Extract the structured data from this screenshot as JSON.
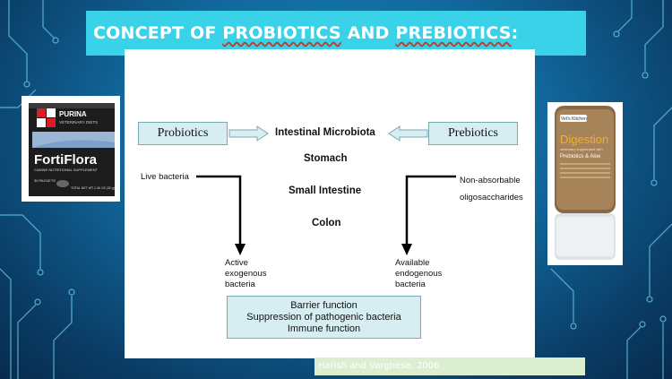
{
  "title": {
    "prefix": "CONCEPT OF ",
    "word1": "PROBIOTICS",
    "middle": " AND ",
    "word2": "PREBIOTICS",
    "suffix": ":"
  },
  "diagram": {
    "left_box": "Probiotics",
    "right_box": "Prebiotics",
    "center_label": "Intestinal Microbiota",
    "organs": [
      "Stomach",
      "Small Intestine",
      "Colon"
    ],
    "left_input": "Live bacteria",
    "right_input_lines": [
      "Non-absorbable",
      "oligosaccharides"
    ],
    "left_output_lines": [
      "Active",
      "exogenous",
      "bacteria"
    ],
    "right_output_lines": [
      "Available",
      "endogenous",
      "bacteria"
    ],
    "functions": [
      "Barrier function",
      "Suppression of pathogenic bacteria",
      "Immune function"
    ]
  },
  "left_product": {
    "brand": "PURINA",
    "subbrand": "VETERINARY DIETS",
    "name": "FortiFlora",
    "subtitle": "CANINE NUTRITIONAL SUPPLEMENT",
    "packets": "30 PACKETS",
    "weight": "TOTAL NET WT 1.06 OZ (30 g)"
  },
  "right_product": {
    "brand": "Vet's Kitchen",
    "name": "Digestion",
    "line1": "veterinary supplement with",
    "line2": "Prebiotics & Aloe"
  },
  "citation": "Harish and Varghese, 2006",
  "colors": {
    "title_bar": "#3ad2e8",
    "box_fill": "#d6eef2",
    "background": "#11679c",
    "citation_bg": "#dceed0"
  }
}
